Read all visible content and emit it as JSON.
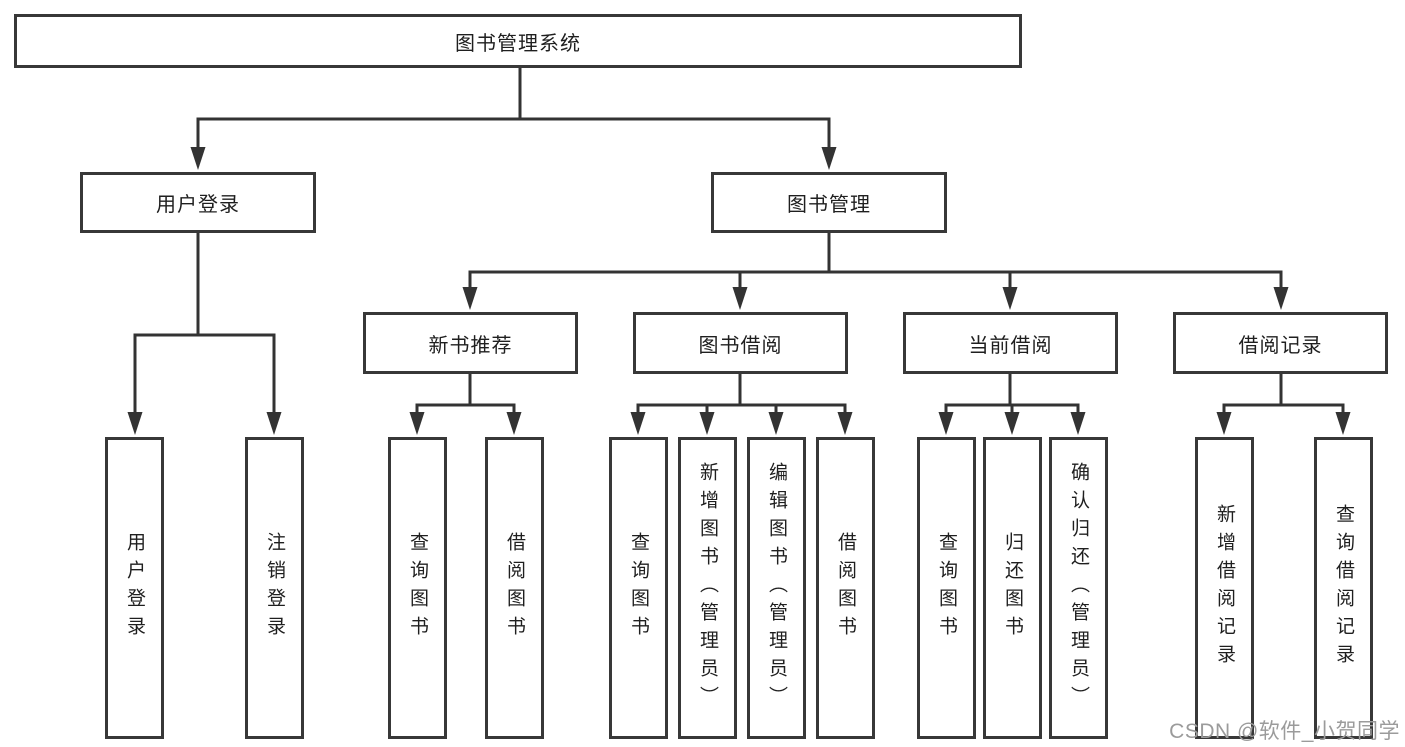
{
  "nodes": {
    "root": {
      "label": "图书管理系统"
    },
    "user_login": {
      "label": "用户登录"
    },
    "book_management": {
      "label": "图书管理"
    },
    "user_login_action": {
      "label": "用户登录"
    },
    "logout_action": {
      "label": "注销登录"
    },
    "new_book_recommend": {
      "label": "新书推荐"
    },
    "book_borrow": {
      "label": "图书借阅"
    },
    "current_borrow": {
      "label": "当前借阅"
    },
    "borrow_records": {
      "label": "借阅记录"
    },
    "nbr_query_books": {
      "label": "查询图书"
    },
    "nbr_borrow_books": {
      "label": "借阅图书"
    },
    "bb_query_books": {
      "label": "查询图书"
    },
    "bb_add_books": {
      "label": "新增图书（管理员）"
    },
    "bb_edit_books": {
      "label": "编辑图书（管理员）"
    },
    "bb_borrow_books": {
      "label": "借阅图书"
    },
    "cb_query_books": {
      "label": "查询图书"
    },
    "cb_return_books": {
      "label": "归还图书"
    },
    "cb_confirm_return": {
      "label": "确认归还（管理员）"
    },
    "br_add_record": {
      "label": "新增借阅记录"
    },
    "br_query_record": {
      "label": "查询借阅记录"
    }
  },
  "watermark": {
    "text": "CSDN @软件_小贺同学"
  },
  "colors": {
    "line": "#333333",
    "box_border": "#383838",
    "text": "#1f1f1f",
    "watermark": "#9b9b9b",
    "background": "#ffffff"
  }
}
